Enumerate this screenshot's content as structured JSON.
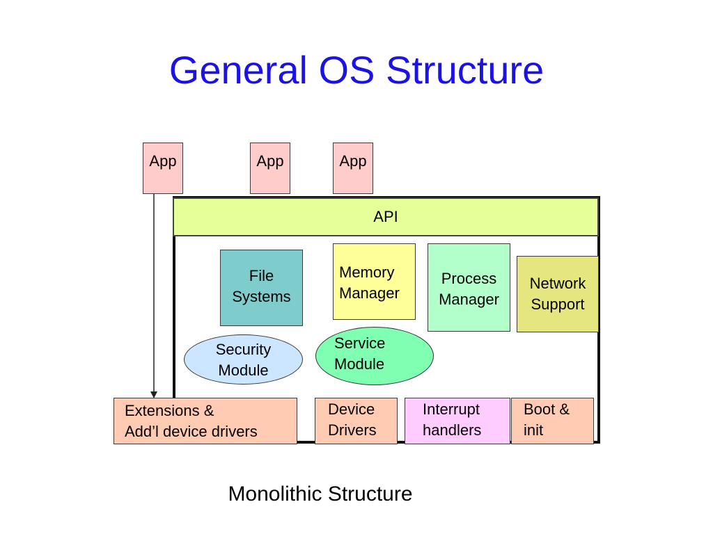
{
  "title": "General OS Structure",
  "apps": [
    "App",
    "App",
    "App"
  ],
  "api": "API",
  "components": {
    "file_systems": [
      "File",
      "Systems"
    ],
    "memory_manager": [
      "Memory",
      "Manager"
    ],
    "process_manager": [
      "Process",
      "Manager"
    ],
    "network_support": [
      "Network",
      "Support"
    ],
    "security_module": [
      "Security",
      "Module"
    ],
    "service_module": [
      "Service",
      "Module"
    ]
  },
  "bottom": {
    "extensions": [
      "Extensions &",
      "Add’l device drivers"
    ],
    "device_drivers": [
      "Device",
      "Drivers"
    ],
    "interrupt_handlers": [
      "Interrupt",
      "handlers"
    ],
    "boot_init": [
      "Boot &",
      "init"
    ]
  },
  "caption": "Monolithic Structure",
  "colors": {
    "title": "#1a12e6",
    "app": "#ffcccc",
    "api": "#e6ff99",
    "file_systems": "#7fcccc",
    "memory_manager": "#ffff99",
    "process_manager": "#b3ffcc",
    "network_support": "#e6e680",
    "security_module": "#cce6ff",
    "service_module": "#80ffb3",
    "extensions": "#ffccb3",
    "device_drivers": "#ffccb3",
    "interrupt_handlers": "#ffccff",
    "boot_init": "#ffccb3"
  }
}
